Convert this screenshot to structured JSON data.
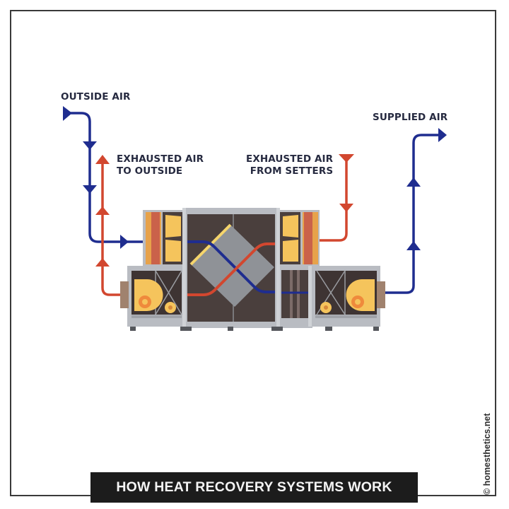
{
  "diagram": {
    "title": "HOW HEAT RECOVERY SYSTEMS WORK",
    "credit": "© homesthetics.net",
    "labels": {
      "outside_air": "OUTSIDE AIR",
      "exhausted_to_outside": "EXHAUSTED AIR\nTO OUTSIDE",
      "exhausted_from_setters": "EXHAUSTED AIR\nFROM SETTERS",
      "supplied_air": "SUPPLIED AIR"
    },
    "flows": [
      {
        "name": "outside-air",
        "direction": "in",
        "color": "#1f2d8f"
      },
      {
        "name": "exhausted-air-to-outside",
        "direction": "out",
        "color": "#d2472f"
      },
      {
        "name": "exhausted-air-from-setters",
        "direction": "in",
        "color": "#d2472f"
      },
      {
        "name": "supplied-air",
        "direction": "out",
        "color": "#1f2d8f"
      }
    ],
    "colors": {
      "cold_flow": "#1f2d8f",
      "warm_flow": "#d2472f",
      "unit_frame": "#b9bcc2",
      "unit_interior": "#4a3f3d",
      "filter": "#f5c45c",
      "heat_exchanger": "#8f9297",
      "title_bg": "#1c1c1c"
    }
  }
}
